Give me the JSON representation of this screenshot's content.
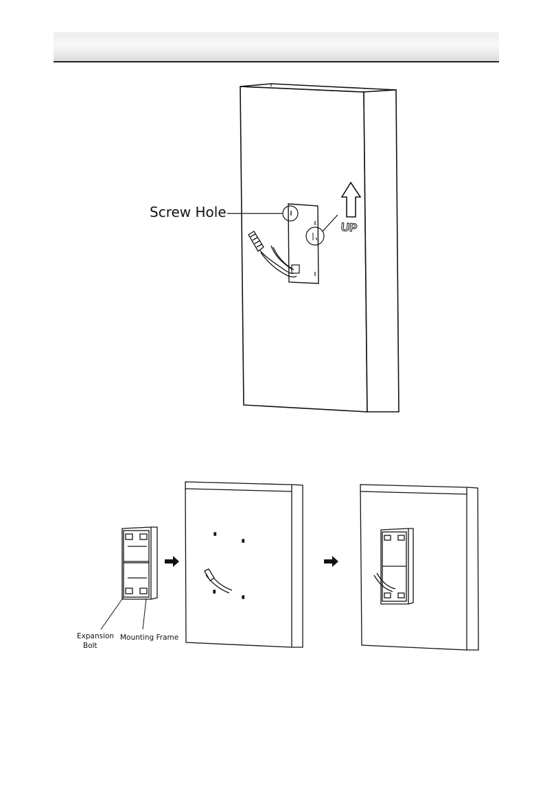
{
  "figure1": {
    "screw_hole_label": "Screw Hole",
    "up_label": "UP"
  },
  "figure2": {
    "expansion_bolt_label_line1": "Expansion",
    "expansion_bolt_label_line2": "Bolt",
    "mounting_frame_label": "Mounting Frame"
  }
}
